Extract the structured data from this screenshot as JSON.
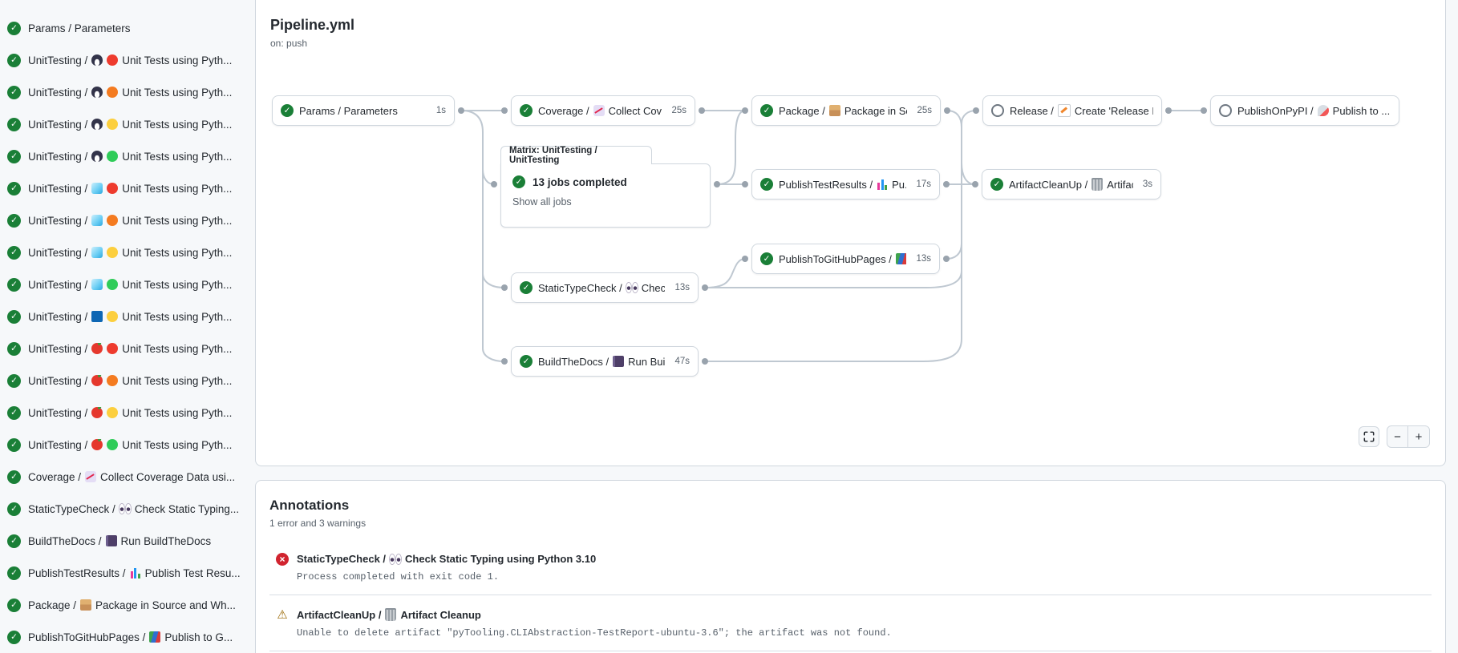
{
  "graph": {
    "title": "Pipeline.yml",
    "trigger": "on: push",
    "matrix": {
      "tab": "Matrix: UnitTesting / UnitTesting",
      "status": "success",
      "completed": "13 jobs completed",
      "show_all": "Show all jobs"
    },
    "nodes": [
      {
        "status": "success",
        "name": "Params / Parameters",
        "icon": "",
        "desc": "",
        "duration": "1s"
      },
      {
        "status": "success",
        "name": "Coverage /",
        "icon": "chart-increasing",
        "desc": "Collect Cove...",
        "duration": "25s"
      },
      {
        "status": "success",
        "name": "Package /",
        "icon": "package",
        "desc": "Package in So...",
        "duration": "25s"
      },
      {
        "status": "skipped",
        "name": "Release /",
        "icon": "memo-pencil",
        "desc": "Create 'Release P...",
        "duration": ""
      },
      {
        "status": "skipped",
        "name": "PublishOnPyPI /",
        "icon": "rocket",
        "desc": "Publish to ...",
        "duration": ""
      },
      {
        "status": "success",
        "name": "PublishTestResults /",
        "icon": "bar-chart",
        "desc": "Pu...",
        "duration": "17s"
      },
      {
        "status": "success",
        "name": "ArtifactCleanUp /",
        "icon": "wastebasket",
        "desc": "Artifac...",
        "duration": "3s"
      },
      {
        "status": "success",
        "name": "PublishToGitHubPages /",
        "icon": "books",
        "desc": "...",
        "duration": "13s"
      },
      {
        "status": "success",
        "name": "StaticTypeCheck /",
        "icon": "eyes",
        "desc": "Chec...",
        "duration": "13s"
      },
      {
        "status": "success",
        "name": "BuildTheDocs /",
        "icon": "notebook",
        "desc": "Run Buil...",
        "duration": "47s"
      }
    ],
    "zoom_controls": {
      "minus": "−",
      "plus": "+"
    }
  },
  "sidebar": {
    "items": [
      {
        "status": "success",
        "before": "Params / Parameters",
        "icons": [],
        "after": ""
      },
      {
        "status": "success",
        "before": "UnitTesting /",
        "icons": [
          "penguin",
          "red-circle"
        ],
        "after": "Unit Tests using Pyth..."
      },
      {
        "status": "success",
        "before": "UnitTesting /",
        "icons": [
          "penguin",
          "orange-circle"
        ],
        "after": "Unit Tests using Pyth..."
      },
      {
        "status": "success",
        "before": "UnitTesting /",
        "icons": [
          "penguin",
          "yellow-circle"
        ],
        "after": "Unit Tests using Pyth..."
      },
      {
        "status": "success",
        "before": "UnitTesting /",
        "icons": [
          "penguin",
          "green-circle"
        ],
        "after": "Unit Tests using Pyth..."
      },
      {
        "status": "success",
        "before": "UnitTesting /",
        "icons": [
          "ice",
          "red-circle"
        ],
        "after": "Unit Tests using Pyth..."
      },
      {
        "status": "success",
        "before": "UnitTesting /",
        "icons": [
          "ice",
          "orange-circle"
        ],
        "after": "Unit Tests using Pyth..."
      },
      {
        "status": "success",
        "before": "UnitTesting /",
        "icons": [
          "ice",
          "yellow-circle"
        ],
        "after": "Unit Tests using Pyth..."
      },
      {
        "status": "success",
        "before": "UnitTesting /",
        "icons": [
          "ice",
          "green-circle"
        ],
        "after": "Unit Tests using Pyth..."
      },
      {
        "status": "success",
        "before": "UnitTesting /",
        "icons": [
          "windows-blue",
          "yellow-circle"
        ],
        "after": "Unit Tests using Pyth..."
      },
      {
        "status": "success",
        "before": "UnitTesting /",
        "icons": [
          "apple",
          "red-circle"
        ],
        "after": "Unit Tests using Pyth..."
      },
      {
        "status": "success",
        "before": "UnitTesting /",
        "icons": [
          "apple",
          "orange-circle"
        ],
        "after": "Unit Tests using Pyth..."
      },
      {
        "status": "success",
        "before": "UnitTesting /",
        "icons": [
          "apple",
          "yellow-circle"
        ],
        "after": "Unit Tests using Pyth..."
      },
      {
        "status": "success",
        "before": "UnitTesting /",
        "icons": [
          "apple",
          "green-circle"
        ],
        "after": "Unit Tests using Pyth..."
      },
      {
        "status": "success",
        "before": "Coverage /",
        "icons": [
          "chart-increasing"
        ],
        "after": "Collect Coverage Data usi..."
      },
      {
        "status": "success",
        "before": "StaticTypeCheck /",
        "icons": [
          "eyes"
        ],
        "after": "Check Static Typing..."
      },
      {
        "status": "success",
        "before": "BuildTheDocs /",
        "icons": [
          "notebook"
        ],
        "after": "Run BuildTheDocs"
      },
      {
        "status": "success",
        "before": "PublishTestResults /",
        "icons": [
          "bar-chart"
        ],
        "after": "Publish Test Resu..."
      },
      {
        "status": "success",
        "before": "Package /",
        "icons": [
          "package"
        ],
        "after": "Package in Source and Wh..."
      },
      {
        "status": "success",
        "before": "PublishToGitHubPages /",
        "icons": [
          "books"
        ],
        "after": "Publish to G..."
      }
    ]
  },
  "annotations": {
    "title": "Annotations",
    "summary": "1 error and 3 warnings",
    "items": [
      {
        "severity": "error",
        "job": "StaticTypeCheck /",
        "icon": "eyes",
        "title": "Check Static Typing using Python 3.10",
        "message": "Process completed with exit code 1."
      },
      {
        "severity": "warning",
        "job": "ArtifactCleanUp /",
        "icon": "wastebasket",
        "title": "Artifact Cleanup",
        "message": "Unable to delete artifact \"pyTooling.CLIAbstraction-TestReport-ubuntu-3.6\"; the artifact was not found."
      }
    ]
  },
  "colors": {
    "success": "#1a7f37",
    "error": "#d1242f",
    "warning": "#9a6700",
    "edge": "#bfc8d1",
    "border": "#d0d7de"
  }
}
